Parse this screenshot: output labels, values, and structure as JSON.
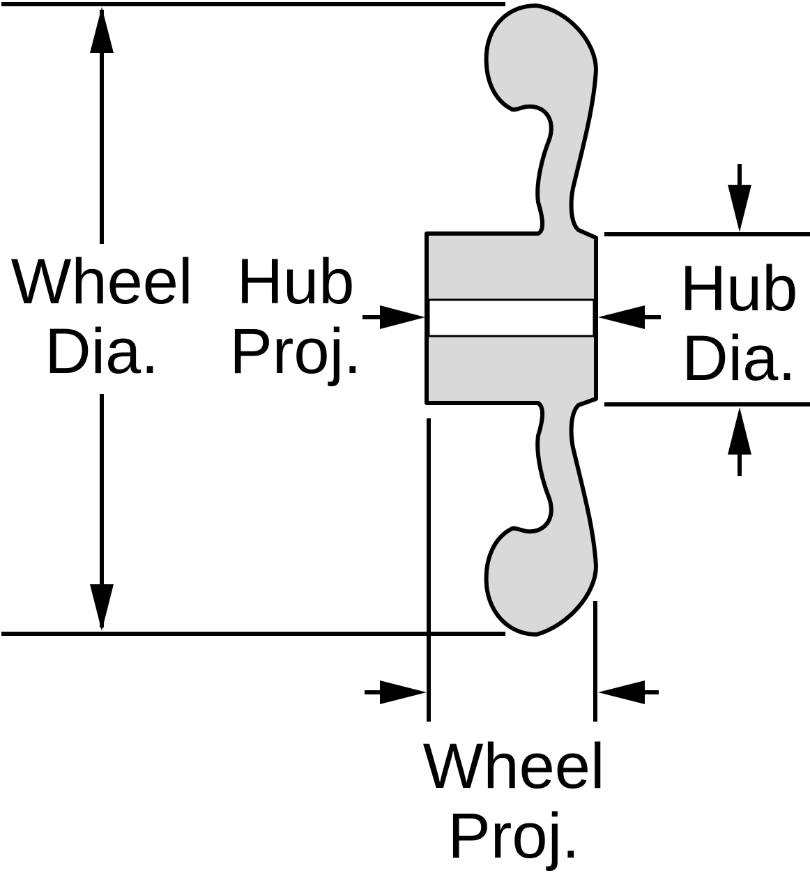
{
  "labels": {
    "wheel_dia": [
      "Wheel",
      "Dia."
    ],
    "hub_proj": [
      "Hub",
      "Proj."
    ],
    "hub_dia": [
      "Hub",
      "Dia."
    ],
    "wheel_proj": [
      "Wheel",
      "Proj."
    ]
  },
  "colors": {
    "line": "#000000",
    "wheel_fill": "#d9d9d9",
    "bore_fill": "#ffffff",
    "background": "#ffffff"
  }
}
